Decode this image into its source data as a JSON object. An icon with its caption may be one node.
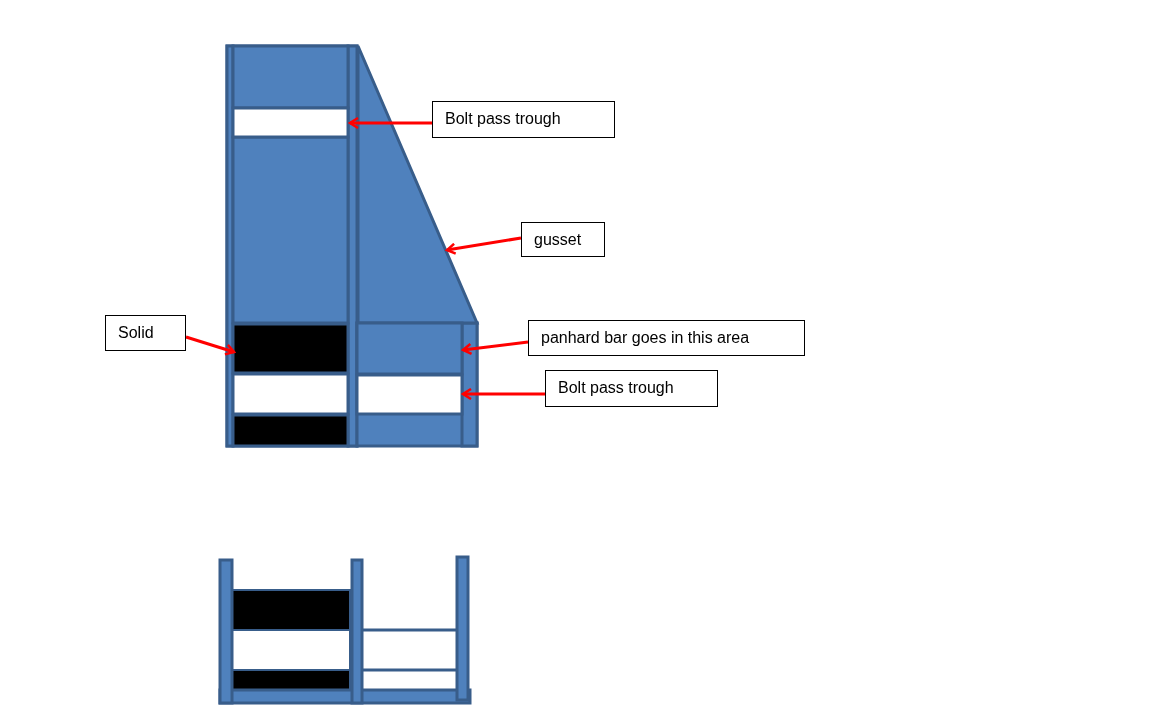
{
  "diagram": {
    "nodes": [
      {
        "text": [
          "Bolt pass trough"
        ]
      },
      {
        "text": [
          "gusset"
        ]
      },
      {
        "text": [
          "Solid"
        ]
      },
      {
        "text": [
          "panhard bar goes in this area"
        ]
      },
      {
        "text": [
          "Bolt pass trough"
        ]
      },
      {
        "text": [],
        "shape": "box"
      },
      {
        "text": [],
        "shape": "triangle"
      },
      {
        "text": [],
        "shape": "box"
      },
      {
        "text": [],
        "shape": "box"
      },
      {
        "text": [],
        "shape": "box"
      }
    ],
    "edges": [
      {
        "from": 0,
        "to": 5,
        "arrow": "to"
      },
      {
        "from": 1,
        "to": 6,
        "arrow": "to"
      },
      {
        "from": 2,
        "to": 7,
        "arrow": "to"
      },
      {
        "from": 3,
        "to": 8,
        "arrow": "to"
      },
      {
        "from": 4,
        "to": 9,
        "arrow": "to"
      }
    ]
  }
}
